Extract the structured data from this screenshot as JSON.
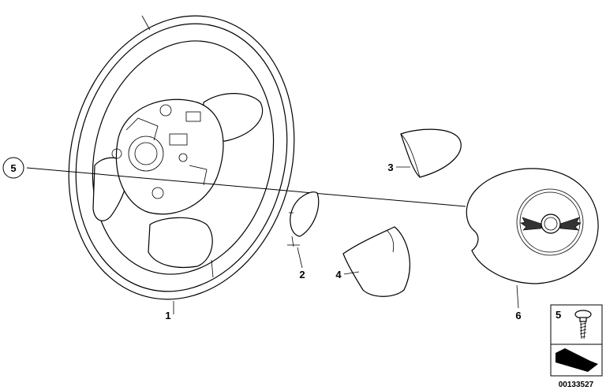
{
  "diagram": {
    "callouts": {
      "c1": "1",
      "c2": "2",
      "c3": "3",
      "c4": "4",
      "c5": "5",
      "c6": "6"
    },
    "legend": {
      "screw_number": "5"
    },
    "catalog_number": "00133527"
  }
}
